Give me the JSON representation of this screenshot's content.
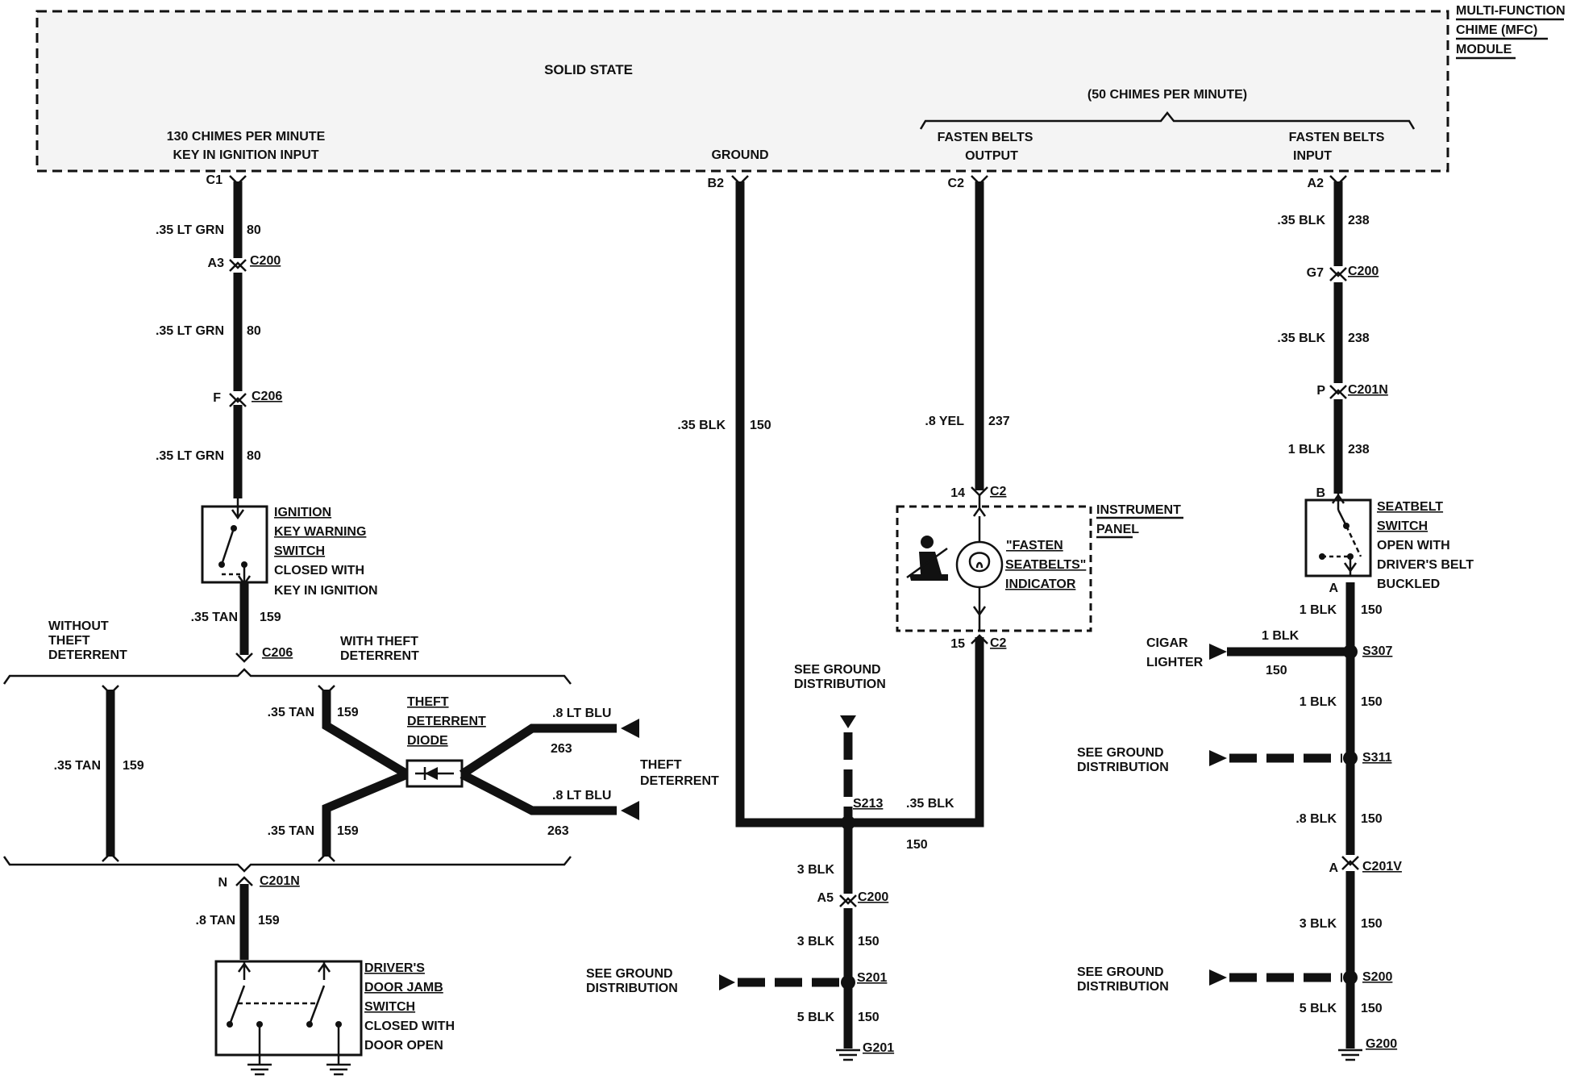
{
  "module": {
    "name_line1": "MULTI-FUNCTION",
    "name_line2": "CHIME (MFC)",
    "name_line3": "MODULE",
    "solid_state": "SOLID STATE",
    "chimes_50": "(50 CHIMES PER MINUTE)",
    "key_input_line1": "130 CHIMES PER MINUTE",
    "key_input_line2": "KEY IN IGNITION INPUT",
    "ground": "GROUND",
    "fasten_output_line1": "FASTEN BELTS",
    "fasten_output_line2": "OUTPUT",
    "fasten_input_line1": "FASTEN BELTS",
    "fasten_input_line2": "INPUT"
  },
  "circuit_key": {
    "pin_c1": "C1",
    "wire1": ".35 LT GRN",
    "num1": "80",
    "pin_a3": "A3",
    "conn1": "C200",
    "wire2": ".35 LT GRN",
    "num2": "80",
    "pin_f": "F",
    "conn2": "C206",
    "wire3": ".35 LT GRN",
    "num3": "80",
    "switch_line1": "IGNITION",
    "switch_line2": "KEY WARNING",
    "switch_line3": "SWITCH",
    "switch_line4": "CLOSED WITH",
    "switch_line5": "KEY IN IGNITION",
    "wire4": ".35 TAN",
    "num4": "159",
    "conn3": "C206",
    "without_line1": "WITHOUT",
    "without_line2": "THEFT",
    "without_line3": "DETERRENT",
    "with_line1": "WITH THEFT",
    "with_line2": "DETERRENT",
    "wire5": ".35 TAN",
    "num5": "159",
    "wire6": ".35 TAN",
    "num6": "159",
    "wire7": ".35 TAN",
    "num7": "159",
    "diode_line1": "THEFT",
    "diode_line2": "DETERRENT",
    "diode_line3": "DIODE",
    "wire8": ".8 LT BLU",
    "num8": "263",
    "wire9": ".8 LT BLU",
    "num9": "263",
    "theft_line1": "THEFT",
    "theft_line2": "DETERRENT",
    "pin_n": "N",
    "conn4": "C201N",
    "wire10": ".8 TAN",
    "num10": "159",
    "door_line1": "DRIVER'S",
    "door_line2": "DOOR JAMB",
    "door_line3": "SWITCH",
    "door_line4": "CLOSED WITH",
    "door_line5": "DOOR OPEN"
  },
  "circuit_ground": {
    "pin_b2": "B2",
    "wire1": ".35 BLK",
    "num1": "150",
    "see_line1": "SEE GROUND",
    "see_line2": "DISTRIBUTION",
    "splice1": "S213",
    "wire2": ".35 BLK",
    "num2": "150",
    "wire3": "3 BLK",
    "pin_a5": "A5",
    "conn1": "C200",
    "wire4": "3 BLK",
    "num4": "150",
    "see2_line1": "SEE GROUND",
    "see2_line2": "DISTRIBUTION",
    "splice2": "S201",
    "wire5": "5 BLK",
    "num5": "150",
    "ground": "G201"
  },
  "circuit_indicator": {
    "pin_c2": "C2",
    "wire1": ".8 YEL",
    "num1": "237",
    "pin_14": "14",
    "conn1": "C2",
    "panel_line1": "INSTRUMENT",
    "panel_line2": "PANEL",
    "ind_line1": "\"FASTEN",
    "ind_line2": "SEATBELTS\"",
    "ind_line3": "INDICATOR",
    "pin_15": "15",
    "conn2": "C2"
  },
  "circuit_belt": {
    "pin_a2": "A2",
    "wire1": ".35 BLK",
    "num1": "238",
    "pin_g7": "G7",
    "conn1": "C200",
    "wire2": ".35 BLK",
    "num2": "238",
    "pin_p": "P",
    "conn2": "C201N",
    "wire3": "1 BLK",
    "num3": "238",
    "pin_b": "B",
    "sw_line1": "SEATBELT",
    "sw_line2": "SWITCH",
    "sw_line3": "OPEN WITH",
    "sw_line4": "DRIVER'S BELT",
    "sw_line5": "BUCKLED",
    "pin_a": "A",
    "wire4": "1 BLK",
    "num4": "150",
    "cigar_line1": "CIGAR",
    "cigar_line2": "LIGHTER",
    "cigar_wire": "1 BLK",
    "cigar_num": "150",
    "splice1": "S307",
    "wire5": "1 BLK",
    "num5": "150",
    "see_line1": "SEE GROUND",
    "see_line2": "DISTRIBUTION",
    "splice2": "S311",
    "wire6": ".8 BLK",
    "num6": "150",
    "pin_a_c201v": "A",
    "conn3": "C201V",
    "wire7": "3 BLK",
    "num7": "150",
    "see2_line1": "SEE GROUND",
    "see2_line2": "DISTRIBUTION",
    "splice3": "S200",
    "wire8": "5 BLK",
    "num8": "150",
    "ground": "G200"
  }
}
